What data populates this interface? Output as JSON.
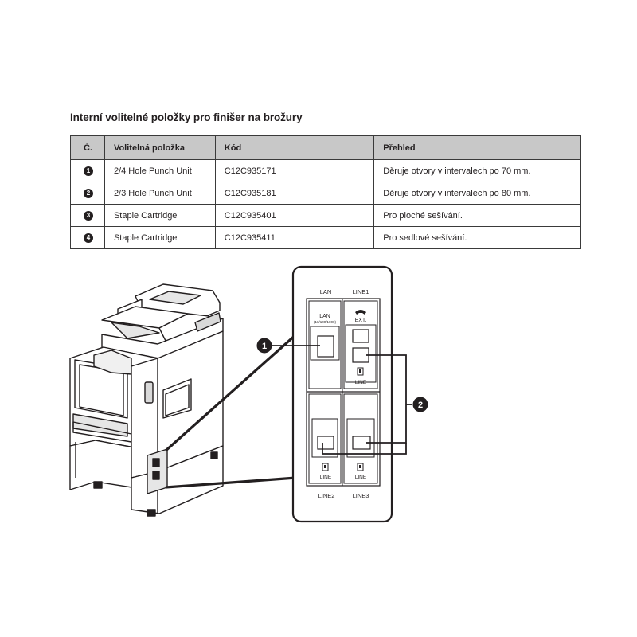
{
  "heading": "Interní volitelné položky pro finišer na brožury",
  "table": {
    "headers": [
      "Č.",
      "Volitelná položka",
      "Kód",
      "Přehled"
    ],
    "rows": [
      {
        "num": "1",
        "item": "2/4 Hole Punch Unit",
        "code": "C12C935171",
        "summary": "Děruje otvory v intervalech po 70 mm."
      },
      {
        "num": "2",
        "item": "2/3 Hole Punch Unit",
        "code": "C12C935181",
        "summary": "Děruje otvory v intervalech po 80 mm."
      },
      {
        "num": "3",
        "item": "Staple Cartridge",
        "code": "C12C935401",
        "summary": "Pro ploché sešívání."
      },
      {
        "num": "4",
        "item": "Staple Cartridge",
        "code": "C12C935411",
        "summary": "Pro sedlové sešívání."
      }
    ]
  },
  "diagram": {
    "callouts": [
      "1",
      "2"
    ],
    "panel": {
      "top_labels": [
        "LAN",
        "LINE1"
      ],
      "bottom_labels": [
        "LINE2",
        "LINE3"
      ],
      "lan_port_label": "LAN",
      "lan_speed_label": "(10/100/1000)",
      "ext_label": "EXT.",
      "line_label": "LINE"
    },
    "icons": [
      "printer-illustration",
      "phone-icon",
      "phone-line-icon"
    ]
  }
}
